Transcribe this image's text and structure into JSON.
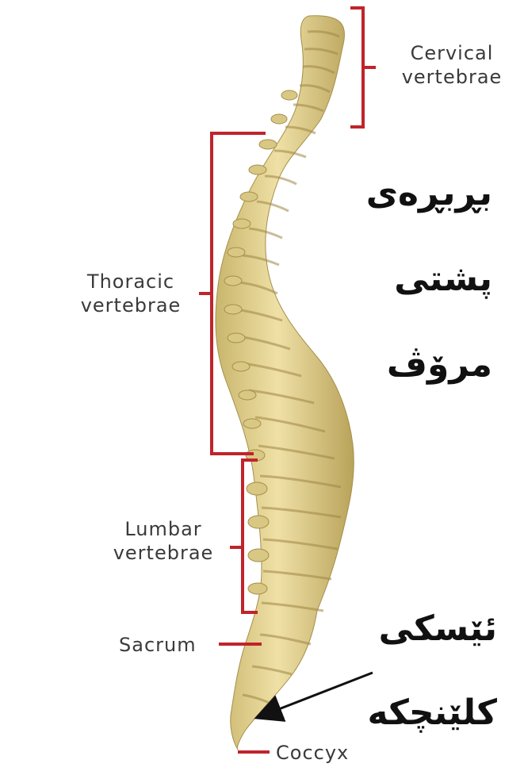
{
  "labels": {
    "cervical": [
      "Cervical",
      "vertebrae"
    ],
    "thoracic": [
      "Thoracic",
      "vertebrae"
    ],
    "lumbar": [
      "Lumbar",
      "vertebrae"
    ],
    "sacrum": "Sacrum",
    "coccyx": "Coccyx"
  },
  "kurdish": {
    "title": [
      "بڕبڕەی",
      "پشتی",
      "مرۆڤ"
    ],
    "coccyx": [
      "ئێسکی",
      "کلێنچکە"
    ]
  },
  "colors": {
    "bracket": "#c0242b",
    "bone": "#e8d79a",
    "bone_shadow": "#b39d52",
    "text": "#3a3a3a",
    "arrow": "#111111"
  }
}
